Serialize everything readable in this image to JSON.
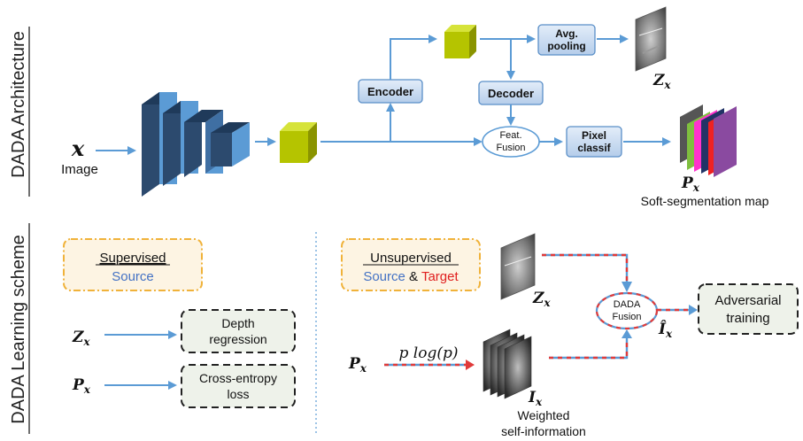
{
  "side_labels": {
    "architecture": "DADA Architecture",
    "learning": "DADA Learning scheme"
  },
  "architecture": {
    "input_symbol": "x",
    "input_label": "Image",
    "encoder": "Encoder",
    "decoder": "Decoder",
    "avg_pooling": [
      "Avg.",
      "pooling"
    ],
    "feat_fusion": [
      "Feat.",
      "Fusion"
    ],
    "pixel_classif": [
      "Pixel",
      "classif"
    ],
    "z_symbol": "Z",
    "z_subscript": "x",
    "p_symbol": "P",
    "p_subscript": "x",
    "soft_seg_label": "Soft-segmentation map"
  },
  "learning": {
    "supervised": {
      "title": "Supervised",
      "domain": "Source",
      "z_symbol": "Z",
      "z_subscript": "x",
      "p_symbol": "P",
      "p_subscript": "x",
      "depth": [
        "Depth",
        "regression"
      ],
      "ce": [
        "Cross-entropy",
        "loss"
      ]
    },
    "unsupervised": {
      "title": "Unsupervised",
      "source": "Source",
      "amp": "&",
      "target": "Target",
      "z_symbol": "Z",
      "z_subscript": "x",
      "p_symbol": "P",
      "p_subscript": "x",
      "plogp": "p log(p)",
      "i_symbol": "I",
      "i_subscript": "x",
      "weighted": [
        "Weighted",
        "self-information"
      ],
      "dada_fusion": [
        "DADA",
        "Fusion"
      ],
      "ihat_symbol": "Î",
      "ihat_subscript": "x",
      "adversarial": [
        "Adversarial",
        "training"
      ]
    }
  },
  "colors": {
    "arrow_blue": "#5b9bd5",
    "arrow_red": "#e03a3a",
    "source_blue": "#4472c4",
    "target_red": "#e02020",
    "box_fill": "#c9dcf2",
    "box_stroke": "#5a8fc8",
    "cube_green": "#b5c400",
    "orange_dash": "#f0b23a",
    "orange_fill": "#fdf4e3",
    "dark_dash": "#222222",
    "gray_fill": "#eef2ea"
  }
}
